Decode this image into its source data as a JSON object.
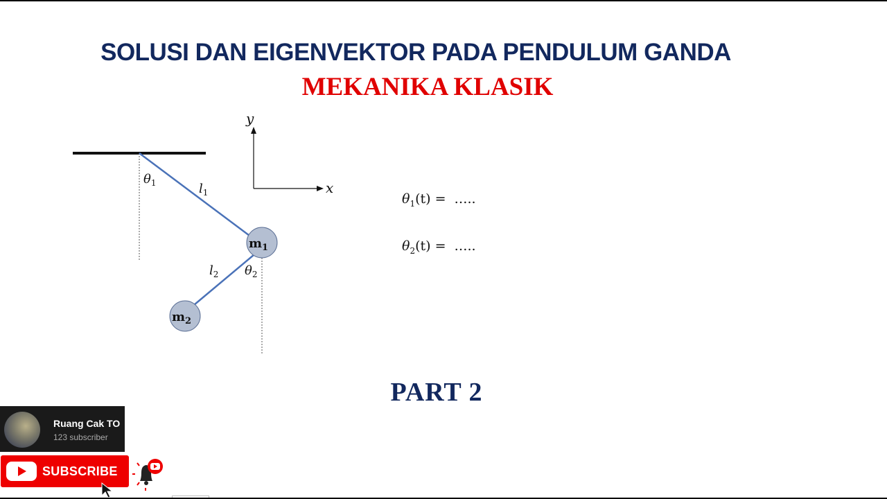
{
  "slide": {
    "title": "SOLUSI DAN EIGENVEKTOR PADA PENDULUM GANDA",
    "subtitle": "MEKANIKA KLASIK",
    "part": "PART 2",
    "colors": {
      "title": "#12285e",
      "subtitle": "#e00000",
      "rod": "#4a72b8",
      "mass_fill": "#b4bfd2",
      "mass_stroke": "#5a6e94"
    }
  },
  "diagram": {
    "axes": {
      "x_label": "x",
      "y_label": "y"
    },
    "angle1": {
      "symbol": "θ",
      "sub": "1"
    },
    "angle2": {
      "symbol": "θ",
      "sub": "2"
    },
    "length1": {
      "symbol": "l",
      "sub": "1"
    },
    "length2": {
      "symbol": "l",
      "sub": "2"
    },
    "mass1": {
      "symbol": "m",
      "sub": "1"
    },
    "mass2": {
      "symbol": "m",
      "sub": "2"
    }
  },
  "equations": [
    {
      "symbol": "θ",
      "sub": "1",
      "arg": "(t) =",
      "value": "….."
    },
    {
      "symbol": "θ",
      "sub": "2",
      "arg": "(t) =",
      "value": "….."
    }
  ],
  "overlay": {
    "channel_name": "Ruang Cak TO",
    "subscriber_count": "123 subscriber",
    "subscribe_label": "SUBSCRIBE",
    "bell_icon": "bell-icon"
  }
}
